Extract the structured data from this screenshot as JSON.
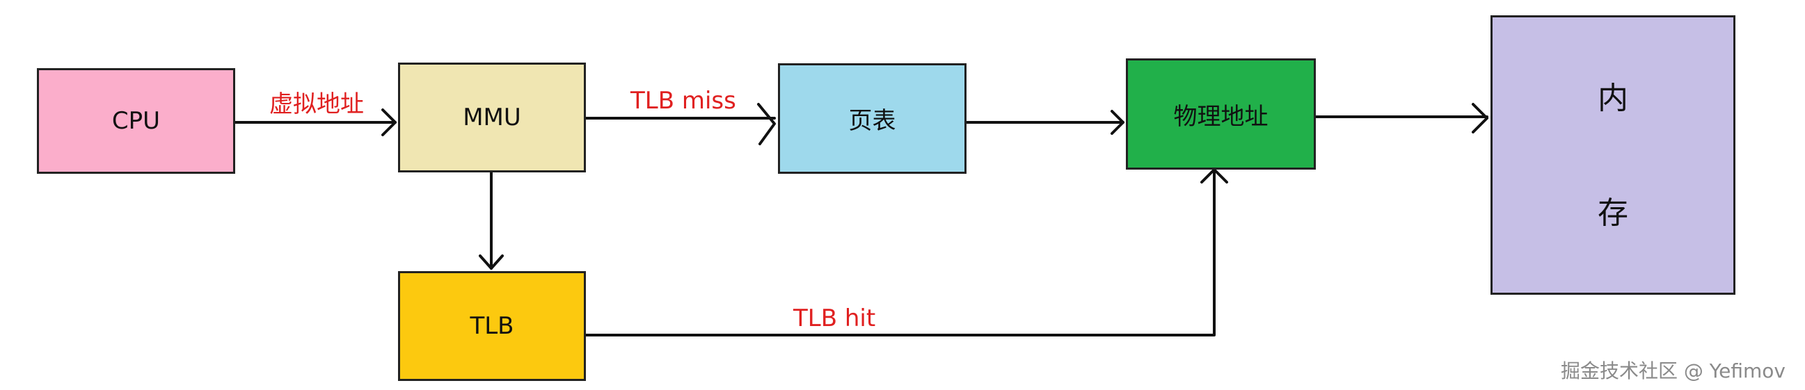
{
  "nodes": {
    "cpu": {
      "label": "CPU",
      "color": "#fbaecb"
    },
    "mmu": {
      "label": "MMU",
      "color": "#f0e6b2"
    },
    "page_table": {
      "label": "页表",
      "color": "#9ed9ec"
    },
    "physical_address": {
      "label": "物理地址",
      "color": "#21b04a"
    },
    "memory": {
      "label_line1": "内",
      "label_line2": "存",
      "color": "#c6bfe6"
    },
    "tlb": {
      "label": "TLB",
      "color": "#fcc90f"
    }
  },
  "edges": {
    "cpu_to_mmu": "虚拟地址",
    "mmu_to_page_table": "TLB miss",
    "tlb_to_physical": "TLB hit"
  },
  "edge_label_color": "#e02020",
  "watermark": "掘金技术社区 @ Yefimov"
}
